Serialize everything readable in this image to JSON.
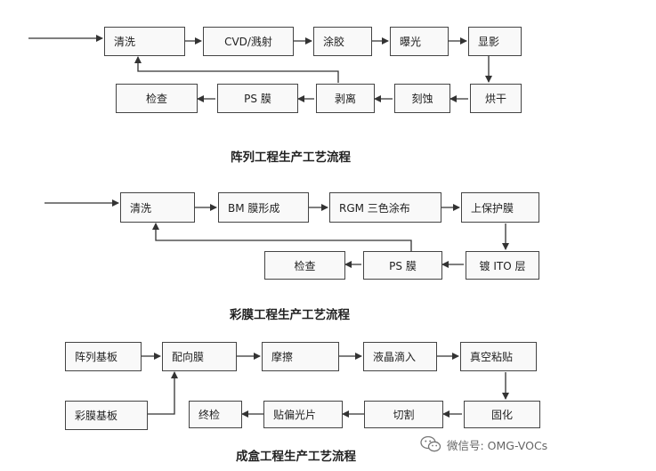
{
  "array": {
    "steps": [
      "清洗",
      "CVD/溅射",
      "涂胶",
      "曝光",
      "显影",
      "烘干",
      "刻蚀",
      "剥离",
      "PS 膜",
      "检查"
    ],
    "caption": "阵列工程生产工艺流程"
  },
  "color_filter": {
    "steps": [
      "清洗",
      "BM 膜形成",
      "RGM 三色涂布",
      "上保护膜",
      "镀 ITO 层",
      "PS 膜",
      "检查"
    ],
    "caption": "彩膜工程生产工艺流程"
  },
  "cell": {
    "steps": [
      "阵列基板",
      "配向膜",
      "摩擦",
      "液晶滴入",
      "真空粘贴",
      "固化",
      "切割",
      "贴偏光片",
      "终检",
      "彩膜基板"
    ],
    "caption": "成盒工程生产工艺流程"
  },
  "watermark": {
    "icon": "wechat-icon",
    "text": "微信号: OMG-VOCs"
  },
  "colors": {
    "line": "#333333",
    "box_border": "#444444",
    "box_fill": "#f9f9f9"
  }
}
